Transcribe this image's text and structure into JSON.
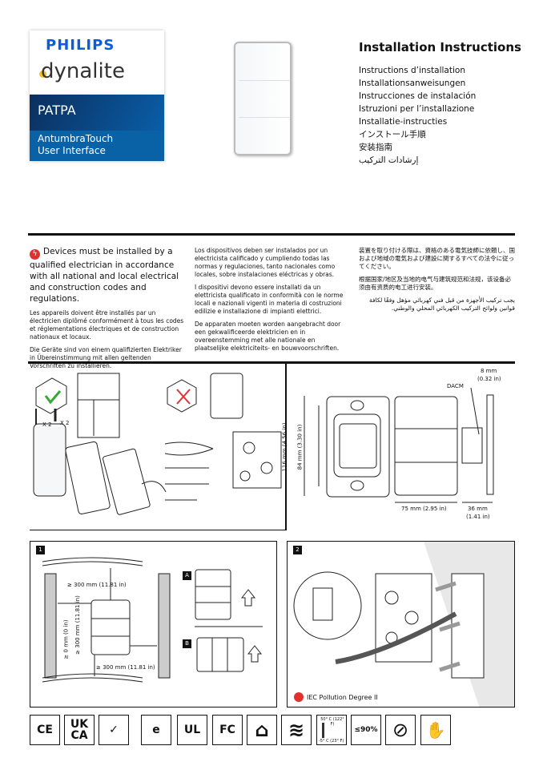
{
  "brand": {
    "logo_text": "PHILIPS",
    "sub_logo": "dynalite",
    "product_code": "PATPA",
    "product_name_line1": "AntumbraTouch",
    "product_name_line2": "User Interface"
  },
  "header": {
    "title": "Installation Instructions",
    "languages": [
      "Instructions d’installation",
      "Installationsanweisungen",
      "Instrucciones de instalación",
      "Istruzioni per l’installazione",
      "Installatie-instructies",
      "インストール手順",
      "安装指南",
      "إرشادات التركيب"
    ]
  },
  "warning": {
    "icon": "lightning-warning-icon",
    "en": "Devices must be installed by a qualified electrician in accordance with all national and local electrical and construction codes and regulations.",
    "fr": "Les appareils doivent être installés par un électricien diplômé conformément à tous les codes et réglementations électriques et de construction nationaux et locaux.",
    "de": "Die Geräte sind von einem qualifizierten Elektriker in Übereinstimmung mit allen geltenden Vorschriften zu installieren.",
    "es": "Los dispositivos deben ser instalados por un electricista calificado y cumpliendo todas las normas y regulaciones, tanto nacionales como locales, sobre instalaciones eléctricas y obras.",
    "it": "I dispositivi devono essere installati da un elettricista qualificato in conformità con le norme locali e nazionali vigenti in materia di costruzioni edilizie e installazione di impianti elettrici.",
    "nl": "De apparaten moeten worden aangebracht door een gekwalificeerde elektricien en in overeenstemming met alle nationale en plaatselijke elektriciteits- en bouwvoorschriften.",
    "ja": "装置を取り付ける際は、資格のある電気技師に依頼し、国および地域の電気および建設に関するすべての法令に従ってください。",
    "zh": "根据国家/地区及当地的电气与建筑规范和法规，该设备必须由有资质的电工进行安装。",
    "ar": "يجب تركيب الأجهزة من قبل فني كهربائي مؤهل وفقًا لكافة قوانين ولوائح التركيب الكهربائي المحلي والوطني."
  },
  "contents": {
    "screw_qty_1": "X 2",
    "screw_qty_2": "X 2"
  },
  "dimensions": {
    "dacm": "DACM",
    "depth_plate": "8 mm",
    "depth_plate_in": "(0.32 in)",
    "height_total": "116 mm (4.56 in)",
    "height_holes": "84 mm (3.30 in)",
    "width": "75 mm (2.95 in)",
    "depth": "36 mm",
    "depth_in": "(1.41 in)"
  },
  "step1": {
    "number": "1",
    "clear_top": "≥ 300 mm (11.81 in)",
    "clear_bottom": "≥ 300 mm (11.81 in)",
    "clear_side_a": "≥ 0 mm (0 in)",
    "clear_side_b": "≥ 300 mm (11.81 in)",
    "option_a": "A",
    "option_b": "B"
  },
  "step2": {
    "number": "2",
    "pollution": "IEC Pollution Degree II"
  },
  "certs": [
    {
      "icon": "ce-mark-icon",
      "text": "CE"
    },
    {
      "icon": "ukca-mark-icon",
      "text": "UK CA"
    },
    {
      "icon": "rcm-mark-icon",
      "text": "✓"
    },
    {
      "icon": "china-rohs-icon",
      "text": "e"
    },
    {
      "icon": "ul-listed-icon",
      "text": "UL"
    },
    {
      "icon": "fcc-mark-icon",
      "text": "FC"
    },
    {
      "icon": "indoor-use-icon",
      "text": "⌂"
    },
    {
      "icon": "air-flow-icon",
      "text": "≋"
    },
    {
      "icon": "temperature-range-icon",
      "text": "",
      "max": "50° C (122° F)",
      "min": "-5° C (23° F)"
    },
    {
      "icon": "humidity-icon",
      "text": "≤90%"
    },
    {
      "icon": "no-spray-icon",
      "text": "⊘"
    },
    {
      "icon": "dry-cloth-icon",
      "text": "✋"
    }
  ]
}
